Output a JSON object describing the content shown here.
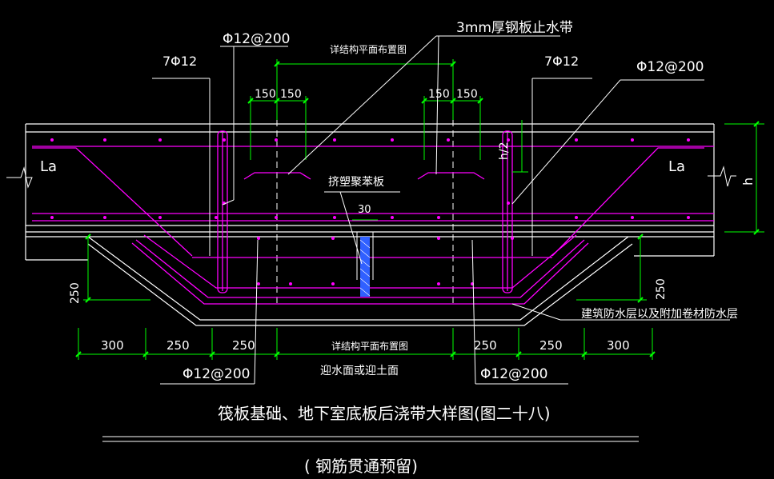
{
  "title": "筏板基础、地下室底板后浇带大样图(图二十八)",
  "subtitle": "( 钢筋贯通预留)",
  "labels": {
    "waterstop": "3mm厚钢板止水带",
    "rebar_top_left": "Φ12@200",
    "rebar_top_right": "Φ12@200",
    "rebar_7_left": "7Φ12",
    "rebar_7_right": "7Φ12",
    "see_plan_top": "详结构平面布置图",
    "see_plan_bottom": "详结构平面布置图",
    "la_left": "La",
    "la_right": "La",
    "foam_board": "挤塑聚苯板",
    "gap_30": "30",
    "h_half": "h/2",
    "h": "h",
    "waterproof": "建筑防水层以及附加卷材防水层",
    "water_face": "迎水面或迎土面",
    "rebar_bottom_left": "Φ12@200",
    "rebar_bottom_right": "Φ12@200",
    "dim_150_a": "150",
    "dim_150_b": "150",
    "dim_150_c": "150",
    "dim_150_d": "150",
    "dim_250_left_v": "250",
    "dim_250_right_v": "250",
    "dim_bottom": [
      "300",
      "250",
      "250",
      "250",
      "250",
      "300"
    ]
  },
  "colors": {
    "concrete": "#ffffff",
    "rebar": "#ff00ff",
    "dimension": "#00ff00",
    "text": "#ffffff",
    "foam": "#3060ff"
  }
}
